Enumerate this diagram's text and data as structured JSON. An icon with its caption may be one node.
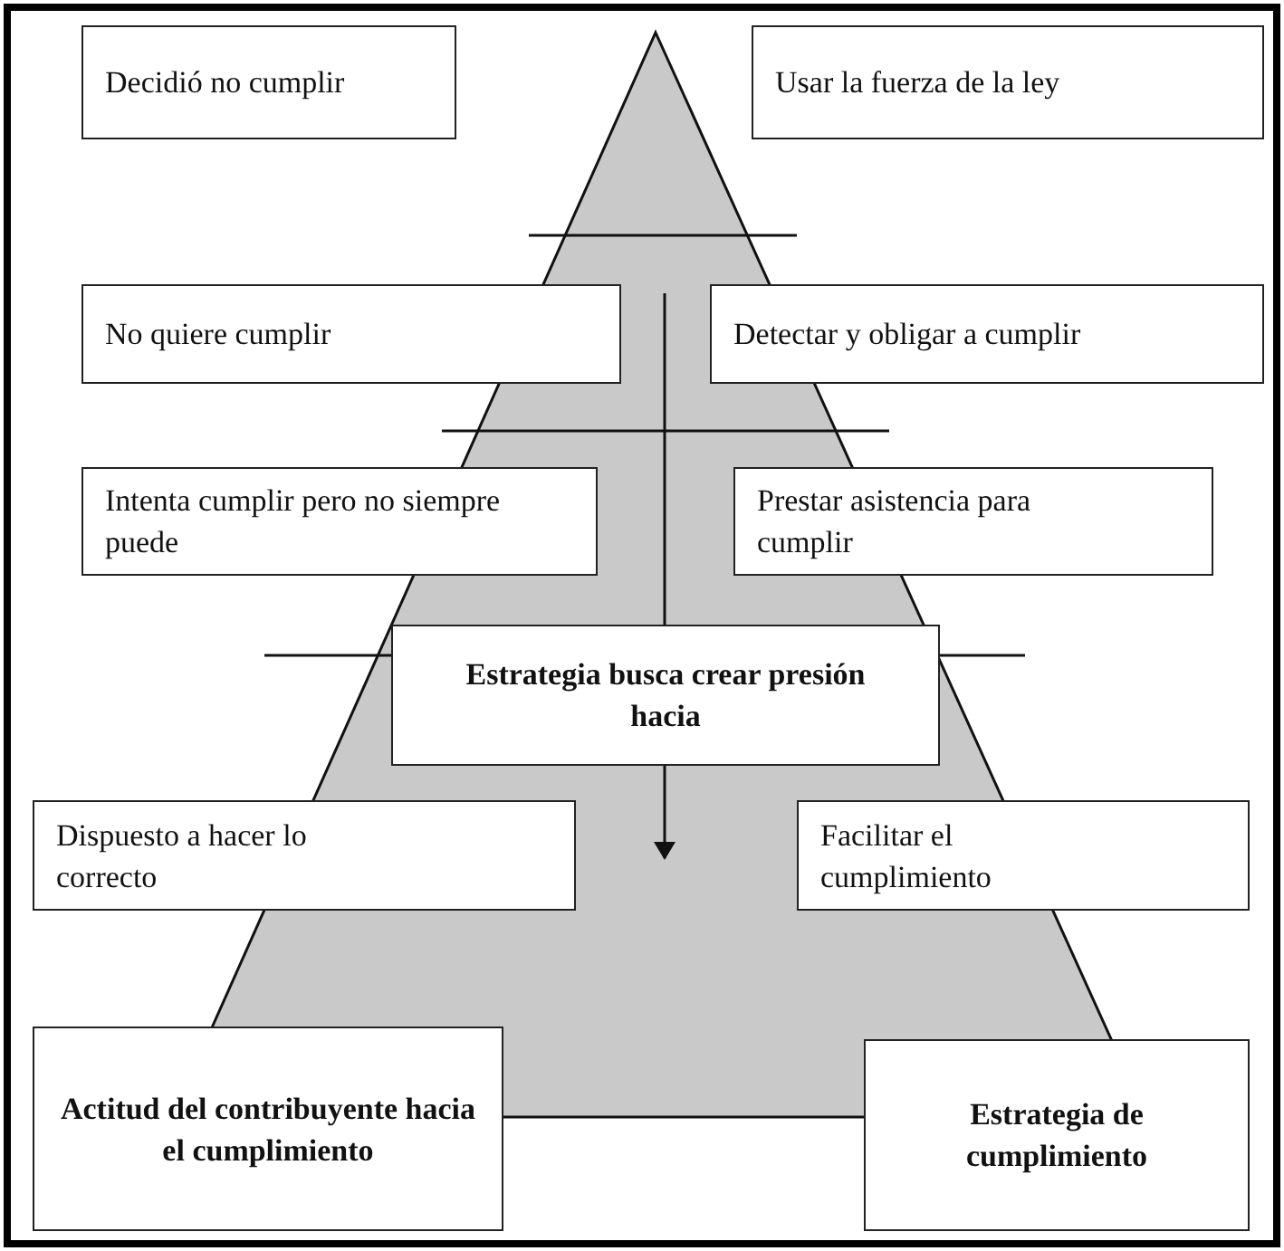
{
  "diagram": {
    "nodes": [
      {
        "text": [
          "Decidió no cumplir"
        ]
      },
      {
        "text": [
          "Usar la fuerza de la ley"
        ]
      },
      {
        "text": [
          "No quiere cumplir"
        ]
      },
      {
        "text": [
          "Detectar y obligar a cumplir"
        ]
      },
      {
        "text": [
          "Intenta cumplir pero no siempre puede"
        ]
      },
      {
        "text": [
          "Prestar asistencia para cumplir"
        ]
      },
      {
        "text": [
          "Estrategia busca crear presión hacia"
        ]
      },
      {
        "text": [
          "Dispuesto a hacer lo correcto"
        ]
      },
      {
        "text": [
          "Facilitar el cumplimiento"
        ]
      },
      {
        "text": [
          "Actitud del contribuyente hacia el cumplimiento"
        ]
      },
      {
        "text": [
          "Estrategia de cumplimiento"
        ]
      }
    ]
  }
}
